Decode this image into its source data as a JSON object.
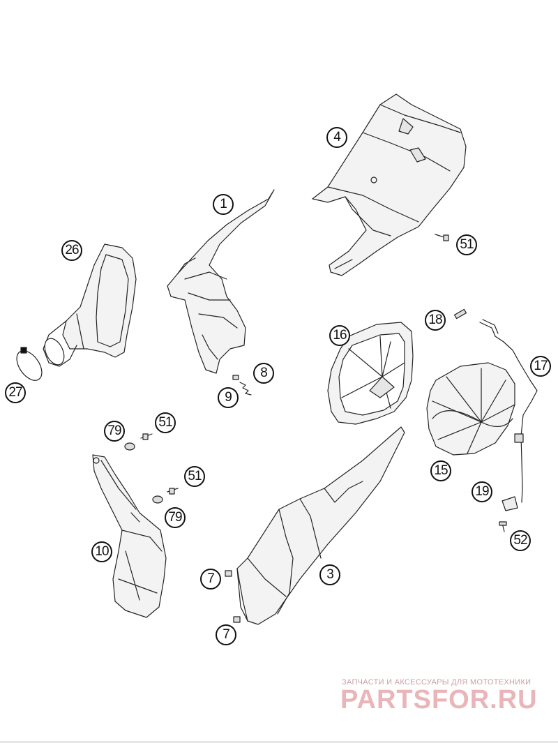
{
  "diagram": {
    "callouts": [
      {
        "key": "c1",
        "label": "1"
      },
      {
        "key": "c4",
        "label": "4"
      },
      {
        "key": "c51a",
        "label": "51"
      },
      {
        "key": "c26",
        "label": "26"
      },
      {
        "key": "c8",
        "label": "8"
      },
      {
        "key": "c9",
        "label": "9"
      },
      {
        "key": "c27",
        "label": "27"
      },
      {
        "key": "c16",
        "label": "16"
      },
      {
        "key": "c18",
        "label": "18"
      },
      {
        "key": "c17",
        "label": "17"
      },
      {
        "key": "c15",
        "label": "15"
      },
      {
        "key": "c79a",
        "label": "79"
      },
      {
        "key": "c51b",
        "label": "51"
      },
      {
        "key": "c51c",
        "label": "51"
      },
      {
        "key": "c79b",
        "label": "79"
      },
      {
        "key": "c10",
        "label": "10"
      },
      {
        "key": "c19",
        "label": "19"
      },
      {
        "key": "c52",
        "label": "52"
      },
      {
        "key": "c7a",
        "label": "7"
      },
      {
        "key": "c3",
        "label": "3"
      },
      {
        "key": "c7b",
        "label": "7"
      }
    ]
  },
  "watermark": {
    "subtitle": "ЗАПЧАСТИ И АКСЕССУАРЫ ДЛЯ МОТОТЕХНИКИ",
    "logo": "PARTSFOR.RU",
    "color": "#e9b5b9"
  }
}
